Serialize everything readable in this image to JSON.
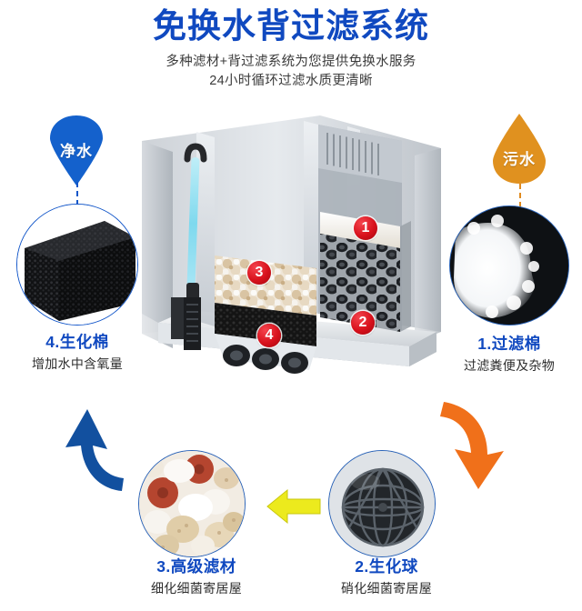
{
  "header": {
    "title": "免换水背过滤系统",
    "subtitle_line1": "多种滤材+背过滤系统为您提供免换水服务",
    "subtitle_line2": "24小时循环过滤水质更清晰"
  },
  "colors": {
    "title_blue": "#1049c0",
    "badge_red": "#d8111c",
    "clean_drop_blue": "#1461cc",
    "dirty_drop_orange": "#e0911f",
    "arrow_blue": "#12509f",
    "arrow_orange": "#f0701a",
    "arrow_yellow": "#ecea1d"
  },
  "callouts": {
    "clean_water": {
      "label": "净水",
      "icon": "water-drop-icon"
    },
    "dirty_water": {
      "label": "污水",
      "icon": "water-drop-icon"
    }
  },
  "diagram": {
    "name": "aquarium-back-filter-diagram",
    "badges": [
      {
        "number": "1",
        "refers_to": "过滤棉"
      },
      {
        "number": "2",
        "refers_to": "生化球"
      },
      {
        "number": "3",
        "refers_to": "高级滤材"
      },
      {
        "number": "4",
        "refers_to": "生化棉"
      }
    ],
    "parts": {
      "uv_tube": "uv-sterilizer-tube",
      "intake_sponge": "intake-sponge",
      "overflow_grill": "overflow-grill"
    }
  },
  "steps": [
    {
      "id": "step-1",
      "title": "1.过滤棉",
      "subtitle": "过滤粪便及杂物",
      "media": "white-filter-cotton"
    },
    {
      "id": "step-2",
      "title": "2.生化球",
      "subtitle": "硝化细菌寄居屋",
      "media": "black-bio-ball"
    },
    {
      "id": "step-3",
      "title": "3.高级滤材",
      "subtitle": "细化细菌寄居屋",
      "media": "ceramic-ring-media"
    },
    {
      "id": "step-4",
      "title": "4.生化棉",
      "subtitle": "增加水中含氧量",
      "media": "black-biochemical-sponge"
    }
  ],
  "arrows": [
    {
      "name": "flow-arrow-left-up",
      "color": "#12509f",
      "direction": "up-left"
    },
    {
      "name": "flow-arrow-right-down",
      "color": "#f0701a",
      "direction": "down-left"
    },
    {
      "name": "flow-arrow-yellow-left",
      "color": "#ecea1d",
      "direction": "left"
    }
  ]
}
